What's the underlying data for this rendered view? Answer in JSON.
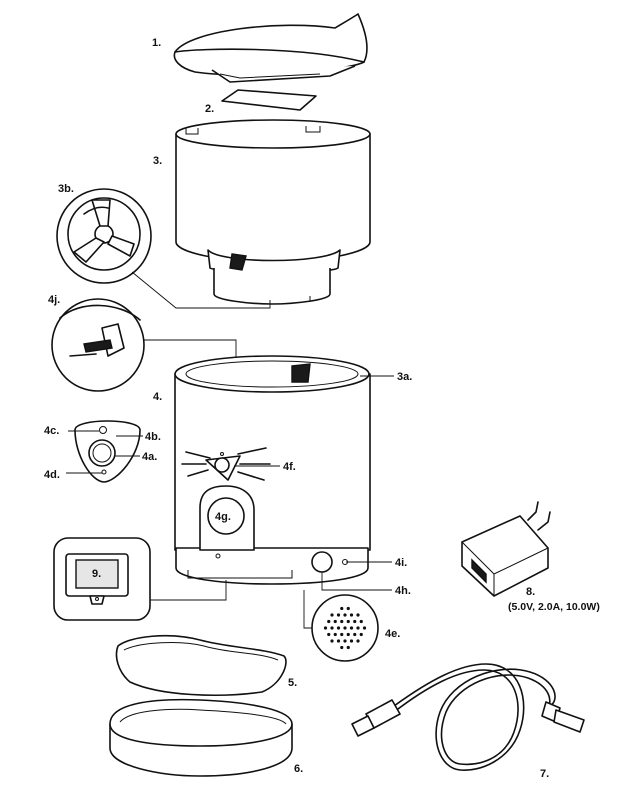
{
  "labels": {
    "p1": "1.",
    "p2": "2.",
    "p3": "3.",
    "p3b": "3b.",
    "p4j": "4j.",
    "p3a": "3a.",
    "p4": "4.",
    "p4c": "4c.",
    "p4b": "4b.",
    "p4a": "4a.",
    "p4d": "4d.",
    "p4f": "4f.",
    "p4g": "4g.",
    "p9": "9.",
    "p4i": "4i.",
    "p4h": "4h.",
    "p8": "8.",
    "p8_spec": "(5.0V, 2.0A, 10.0W)",
    "p4e": "4e.",
    "p5": "5.",
    "p6": "6.",
    "p7": "7."
  },
  "icons": [
    "lid-icon",
    "desiccant-pack-icon",
    "food-container-icon",
    "rotor-detail-icon",
    "latch-detail-icon",
    "base-unit-icon",
    "control-panel-icon",
    "card-slot-detail-icon",
    "speaker-grille-icon",
    "power-adapter-icon",
    "usb-cable-icon",
    "food-bowl-icon",
    "bowl-holder-icon"
  ]
}
